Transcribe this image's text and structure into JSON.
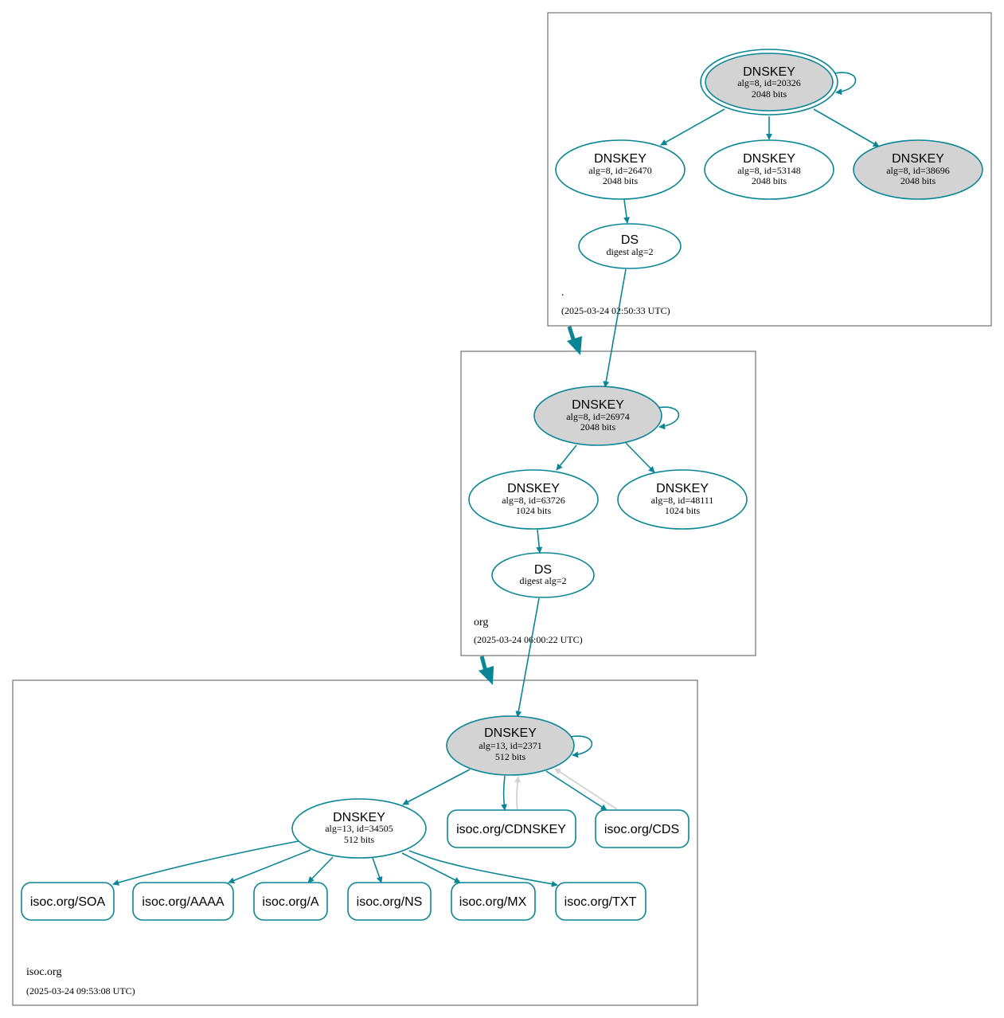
{
  "colors": {
    "accent": "#0a8595",
    "node_fill_gray": "#d3d3d3",
    "trust_gray": "#d2d2d2"
  },
  "zones": {
    "root": {
      "name": ".",
      "time": "(2025-03-24 02:50:33 UTC)"
    },
    "org": {
      "name": "org",
      "time": "(2025-03-24 06:00:22 UTC)"
    },
    "isoc": {
      "name": "isoc.org",
      "time": "(2025-03-24 09:53:08 UTC)"
    }
  },
  "nodes": {
    "root_ksk": {
      "type": "DNSKEY",
      "line1": "alg=8, id=20326",
      "line2": "2048 bits"
    },
    "root_zsk1": {
      "type": "DNSKEY",
      "line1": "alg=8, id=26470",
      "line2": "2048 bits"
    },
    "root_zsk2": {
      "type": "DNSKEY",
      "line1": "alg=8, id=53148",
      "line2": "2048 bits"
    },
    "root_key3": {
      "type": "DNSKEY",
      "line1": "alg=8, id=38696",
      "line2": "2048 bits"
    },
    "root_ds": {
      "type": "DS",
      "line1": "digest alg=2"
    },
    "org_ksk": {
      "type": "DNSKEY",
      "line1": "alg=8, id=26974",
      "line2": "2048 bits"
    },
    "org_zsk1": {
      "type": "DNSKEY",
      "line1": "alg=8, id=63726",
      "line2": "1024 bits"
    },
    "org_zsk2": {
      "type": "DNSKEY",
      "line1": "alg=8, id=48111",
      "line2": "1024 bits"
    },
    "org_ds": {
      "type": "DS",
      "line1": "digest alg=2"
    },
    "isoc_ksk": {
      "type": "DNSKEY",
      "line1": "alg=13, id=2371",
      "line2": "512 bits"
    },
    "isoc_zsk": {
      "type": "DNSKEY",
      "line1": "alg=13, id=34505",
      "line2": "512 bits"
    }
  },
  "records": {
    "cdnskey": "isoc.org/CDNSKEY",
    "cds": "isoc.org/CDS",
    "soa": "isoc.org/SOA",
    "aaaa": "isoc.org/AAAA",
    "a": "isoc.org/A",
    "ns": "isoc.org/NS",
    "mx": "isoc.org/MX",
    "txt": "isoc.org/TXT"
  }
}
